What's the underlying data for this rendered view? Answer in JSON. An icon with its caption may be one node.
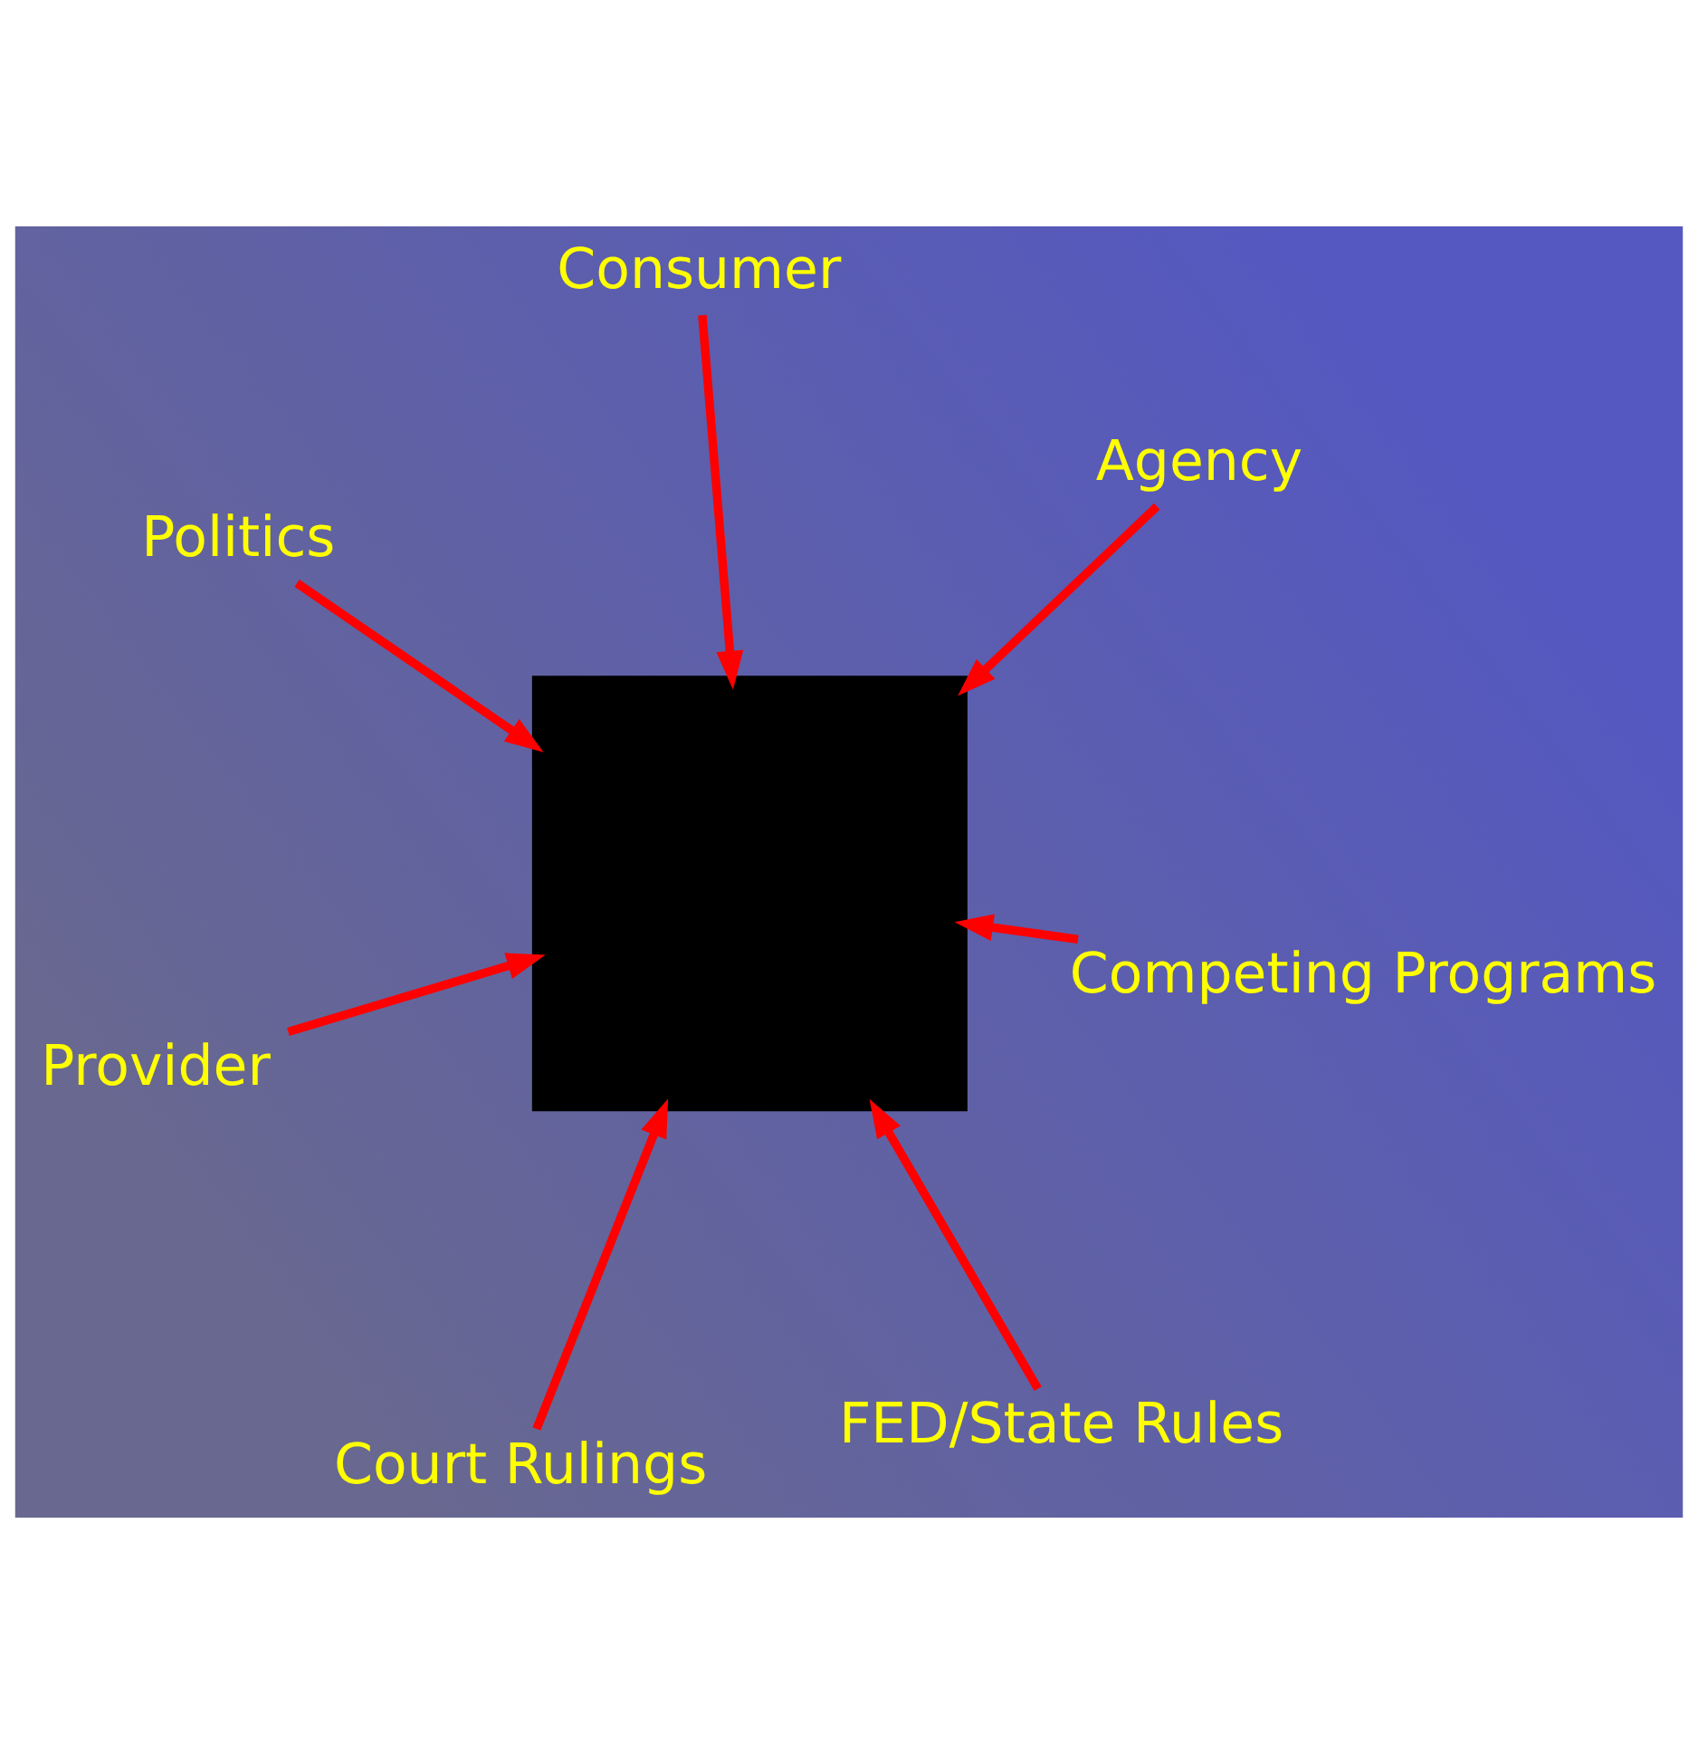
{
  "diagram": {
    "nodes": [
      {
        "text": [
          "Provider"
        ]
      },
      {
        "text": [
          "Competing Programs"
        ]
      },
      {
        "text": [],
        "shape": "box"
      },
      {
        "text": [
          "Consumer"
        ]
      },
      {
        "text": [
          "Agency"
        ]
      },
      {
        "text": [
          "Politics"
        ]
      },
      {
        "text": [
          "Court Rulings"
        ]
      },
      {
        "text": [
          "FED/State Rules"
        ]
      }
    ],
    "edges": [
      {
        "from": 0,
        "to": 2,
        "arrow": "to"
      },
      {
        "from": 1,
        "to": 2,
        "arrow": "to"
      },
      {
        "from": 3,
        "to": 2,
        "arrow": "to"
      },
      {
        "from": 4,
        "to": 2,
        "arrow": "to"
      },
      {
        "from": 5,
        "to": 2,
        "arrow": "to"
      },
      {
        "from": 6,
        "to": 2,
        "arrow": "to"
      },
      {
        "from": 7,
        "to": 2,
        "arrow": "to"
      }
    ]
  }
}
